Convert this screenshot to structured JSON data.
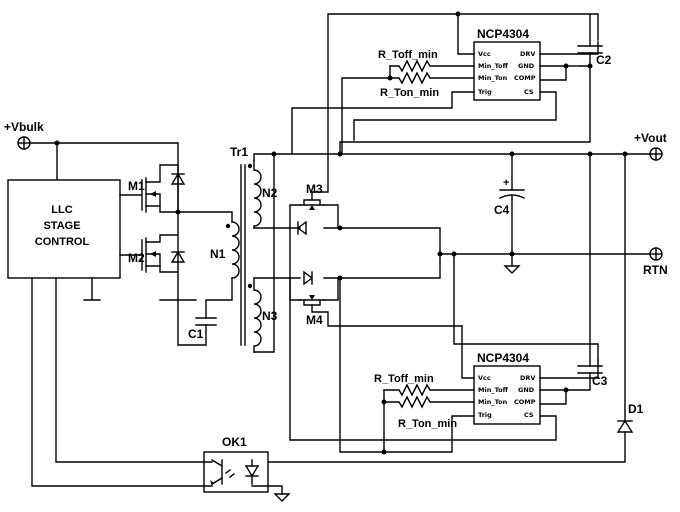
{
  "terminals": {
    "vbulk": "+Vbulk",
    "vout": "+Vout",
    "rtn": "RTN"
  },
  "controller": {
    "line1": "LLC",
    "line2": "STAGE",
    "line3": "CONTROL"
  },
  "components": {
    "m1": "M1",
    "m2": "M2",
    "m3": "M3",
    "m4": "M4",
    "c1": "C1",
    "c2": "C2",
    "c3": "C3",
    "c4": "C4",
    "d1": "D1",
    "tr1": "Tr1",
    "n1": "N1",
    "n2": "N2",
    "n3": "N3",
    "ok1": "OK1",
    "c4_polarity": "+"
  },
  "ic_top": {
    "name": "NCP4304",
    "pins_left": [
      "Vcc",
      "Min_Toff",
      "Min_Ton",
      "Trig"
    ],
    "pins_right": [
      "DRV",
      "GND",
      "COMP",
      "CS"
    ],
    "r_toff": "R_Toff_min",
    "r_ton": "R_Ton_min"
  },
  "ic_bottom": {
    "name": "NCP4304",
    "pins_left": [
      "Vcc",
      "Min_Toff",
      "Min_Ton",
      "Trig"
    ],
    "pins_right": [
      "DRV",
      "GND",
      "COMP",
      "CS"
    ],
    "r_toff": "R_Toff_min",
    "r_ton": "R_Ton_min"
  }
}
